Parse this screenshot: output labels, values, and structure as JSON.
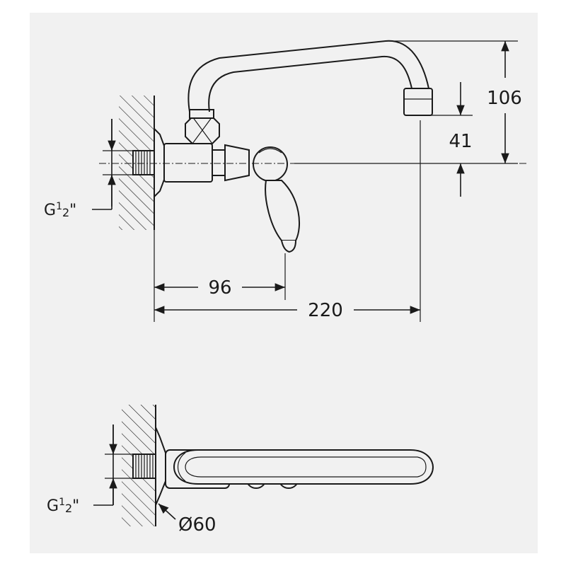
{
  "dimensions": {
    "height_total": "106",
    "spout_drop": "41",
    "handle_offset": "96",
    "total_length": "220",
    "flange_diameter": "Ø60"
  },
  "thread": {
    "top": {
      "base": "G",
      "sup": "1",
      "sub": "2",
      "mark": "\""
    },
    "bottom": {
      "base": "G",
      "sup": "1",
      "sub": "2",
      "mark": "\""
    }
  }
}
